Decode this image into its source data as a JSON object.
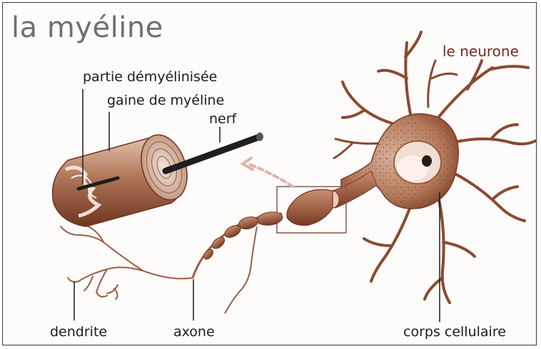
{
  "title": "la myéline",
  "labels": {
    "neuron": "le neurone",
    "demyelinated": "partie démyélinisée",
    "sheath": "gaine de myéline",
    "nerve": "nerf",
    "dendrite": "dendrite",
    "axon": "axone",
    "cell_body": "corps cellulaire"
  },
  "colors": {
    "neuron_fill": "#c89a80",
    "neuron_dark": "#7b3b26",
    "nerve_black": "#1e1e1e",
    "title_gray": "#6f6f6f",
    "neuron_label": "#7a2a24"
  }
}
